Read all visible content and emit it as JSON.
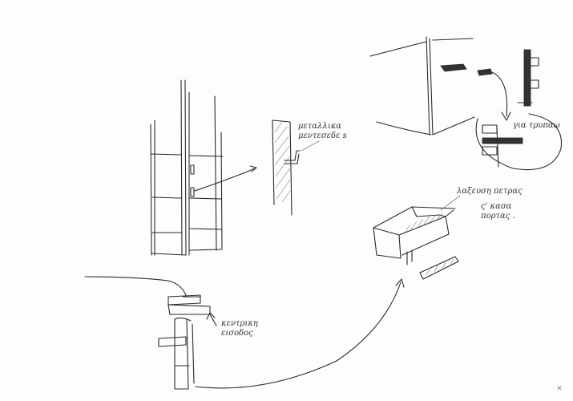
{
  "annotations": {
    "metal_handles": "μεταλλικα\nμεντεσεδε s",
    "for_holes": "για τρυπαω",
    "carved_stone": "λαξευση πετρας",
    "door_frame": "ς' κασα\nπορτας .",
    "main_entrance": "κεντρικη\nεισοδος"
  }
}
